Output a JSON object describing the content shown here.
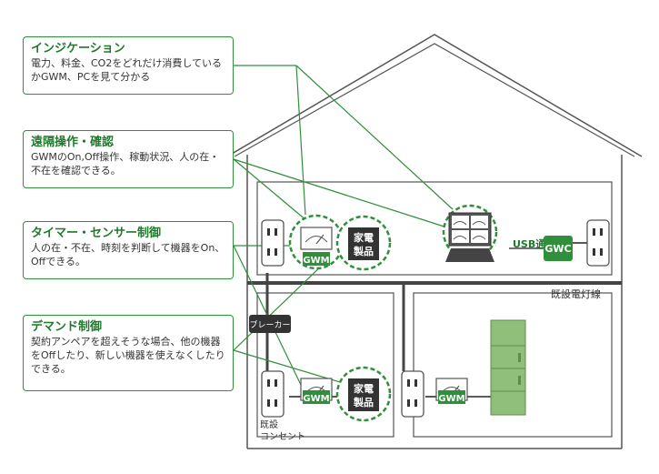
{
  "callouts": [
    {
      "title": "インジケーション",
      "text": "電力、料金、CO2をどれだけ消費しているかGWM、PCを見て分かる"
    },
    {
      "title": "遠隔操作・確認",
      "text": "GWMのOn,Off操作、稼動状況、人の在・不在を確認できる。"
    },
    {
      "title": "タイマー・センサー制御",
      "text": "人の在・不在、時刻を判断して機器をOn、Offできる。"
    },
    {
      "title": "デマンド制御",
      "text": "契約アンペアを超えそうな場合、他の機器をOffしたり、新しい機器を使えなくしたりできる。"
    }
  ],
  "labels": {
    "gwm": "GWM",
    "appliance_line1": "家電",
    "appliance_line2": "製品",
    "usb": "USB通信",
    "gwc": "GWC",
    "breaker": "ブレーカー",
    "lighting_wire": "既設電灯線",
    "existing_outlet_line1": "既設",
    "existing_outlet_line2": "コンセント"
  },
  "colors": {
    "accent_green": "#2f8f3a",
    "title_green": "#1f7a2c",
    "dark_box": "#333333",
    "fridge": "#8fbf7a"
  }
}
